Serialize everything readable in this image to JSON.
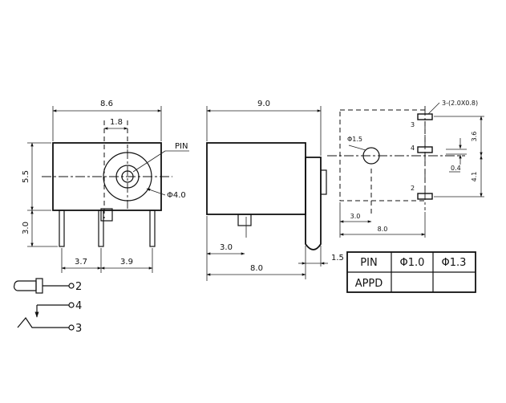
{
  "front_view": {
    "dim_width": "8.6",
    "dim_pin_offset": "1.8",
    "dim_height": "5.5",
    "dim_pin_length": "3.0",
    "dim_left_span": "3.7",
    "dim_right_span": "3.9",
    "callout_pin": "PIN",
    "callout_hole": "Φ4.0"
  },
  "side_view": {
    "dim_length": "9.0",
    "dim_pin_pos": "3.0",
    "dim_base": "8.0",
    "dim_overhang": "1.5"
  },
  "footprint": {
    "slot_spec": "3-(2.0X0.8)",
    "hole_dia": "Φ1.5",
    "pad_labels": [
      "3",
      "4",
      "2"
    ],
    "dim_upper": "3.6",
    "dim_lower": "4.1",
    "dim_slot_w": "0.4",
    "dim_hole_x": "3.0",
    "dim_total_x": "8.0"
  },
  "pin_table": {
    "row_headers": [
      "PIN",
      "APPD"
    ],
    "col_headers": [
      "Φ1.0",
      "Φ1.3"
    ]
  },
  "schematic": {
    "pins": [
      "2",
      "4",
      "3"
    ]
  }
}
